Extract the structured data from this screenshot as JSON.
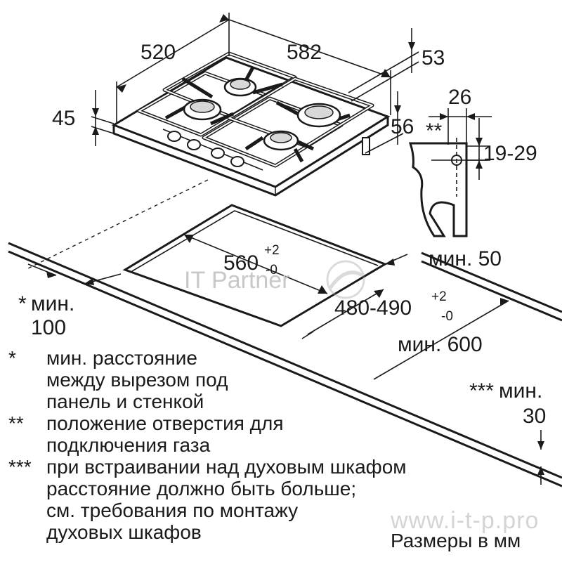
{
  "dimensions": {
    "width": "520",
    "depth": "582",
    "height_total": "45",
    "side_depth": "53",
    "side_height": "56",
    "gas_offset": "26",
    "gas_height": "19-29",
    "gas_mark": "**",
    "cutout_width": "560",
    "cutout_width_tol_plus": "+2",
    "cutout_width_tol_minus": "-0",
    "cutout_depth": "480-490",
    "cutout_depth_tol_plus": "+2",
    "cutout_depth_tol_minus": "-0",
    "min_back": "мин. 50",
    "min_front_mark": "*",
    "min_front_label": "мин.",
    "min_front_value": "100",
    "min_depth": "мин. 600",
    "min_oven_mark": "***",
    "min_oven_label": "мин.",
    "min_oven_value": "30"
  },
  "notes": [
    {
      "mark": "*",
      "text": "мин. расстояние\nмежду вырезом под\nпанель и стенкой"
    },
    {
      "mark": "**",
      "text": "положение отверстия для\nподключения газа"
    },
    {
      "mark": "***",
      "text": "при встраивании над духовым шкафом\nрасстояние должно быть больше;\nсм. требования по монтажу\nдуховых шкафов"
    }
  ],
  "units_label": "Размеры в мм",
  "watermark": "IT Partner",
  "watermark_url": "www.i-t-p.pro"
}
